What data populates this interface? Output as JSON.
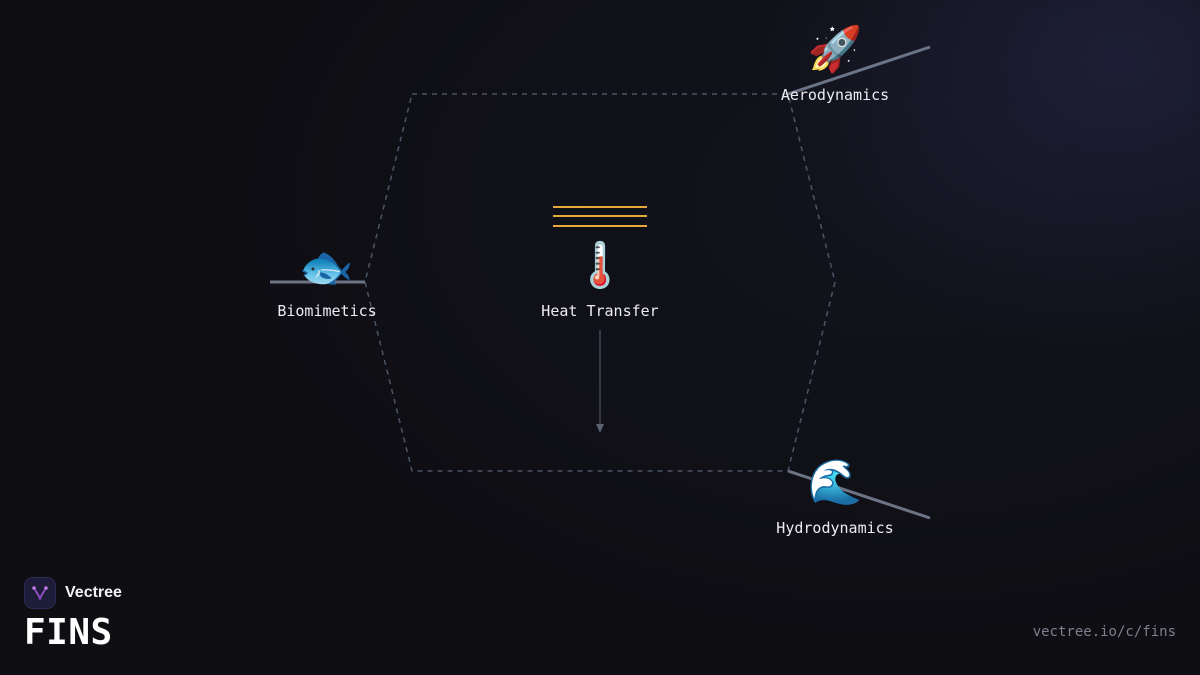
{
  "center": {
    "label": "Heat Transfer",
    "icon": "thermometer-icon",
    "icon_glyph": "🌡️"
  },
  "nodes": [
    {
      "id": "aerodynamics",
      "label": "Aerodynamics",
      "icon": "rocket-icon",
      "icon_glyph": "🚀"
    },
    {
      "id": "biomimetics",
      "label": "Biomimetics",
      "icon": "fish-icon",
      "icon_glyph": "🐟"
    },
    {
      "id": "hydrodynamics",
      "label": "Hydrodynamics",
      "icon": "wave-icon",
      "icon_glyph": "🌊"
    }
  ],
  "brand": {
    "name": "Vectree",
    "icon": "vectree-logo-icon"
  },
  "title": "FINS",
  "url": "vectree.io/c/fins",
  "colors": {
    "background": "#0e0e13",
    "hexagon_dash": "#4a5566",
    "connector": "#6b7486",
    "heat_lines": "#e8a93a",
    "logo_accent": "#a35ad6"
  }
}
